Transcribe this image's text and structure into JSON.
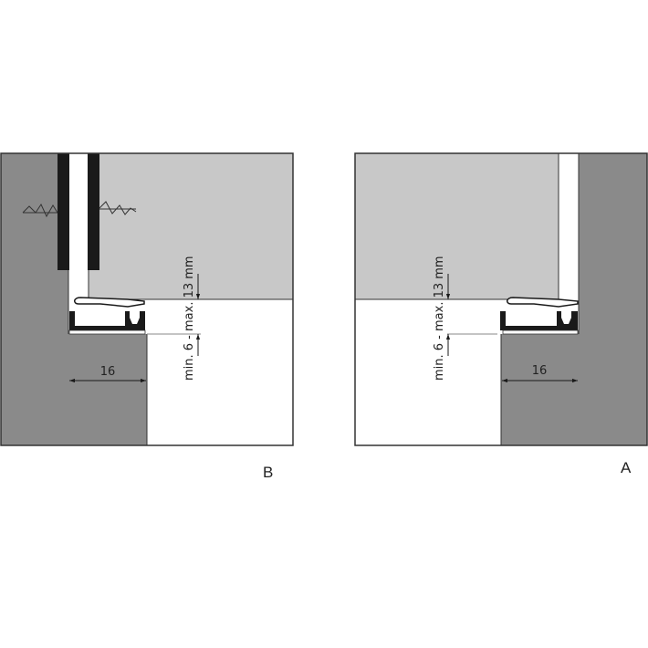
{
  "colors": {
    "wall_dark": "#8a8a8a",
    "door_light": "#c8c8c8",
    "floor_white": "#ffffff",
    "profile_black": "#1a1a1a",
    "outline": "#333333"
  },
  "panel_b": {
    "label": "B",
    "width_dimension": "16",
    "gap_dimension": "min. 6 - max. 13 mm"
  },
  "panel_a": {
    "label": "A",
    "width_dimension": "16",
    "gap_dimension": "min. 6 - max. 13 mm"
  }
}
